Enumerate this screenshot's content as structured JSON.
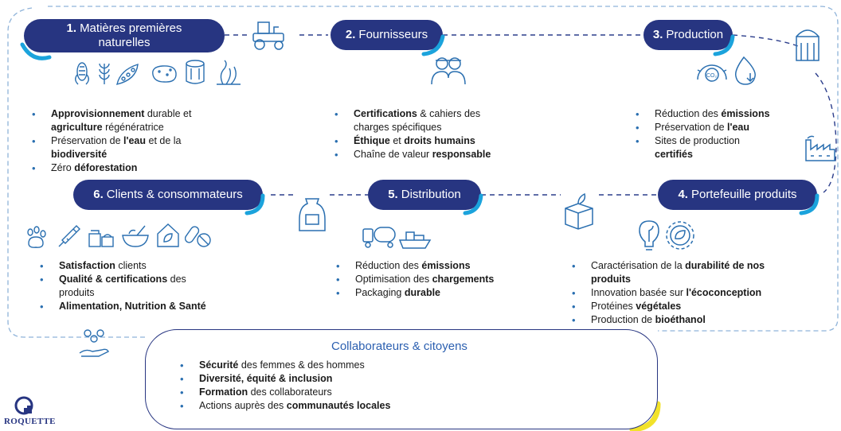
{
  "colors": {
    "navy": "#273581",
    "accent": "#1ba3dc",
    "yellow": "#f2e22a",
    "bullet": "#2a6fb0",
    "icon": "#2a6fb0"
  },
  "stages": [
    {
      "num": "1.",
      "label_line1": "Matières premières",
      "label_line2": "naturelles"
    },
    {
      "num": "2.",
      "label": "Fournisseurs"
    },
    {
      "num": "3.",
      "label": "Production"
    },
    {
      "num": "4.",
      "label": "Portefeuille produits"
    },
    {
      "num": "5.",
      "label": "Distribution"
    },
    {
      "num": "6.",
      "label": "Clients & consommateurs"
    }
  ],
  "lists": {
    "raw": [
      [
        {
          "t": "Approvisionnement",
          "b": true
        },
        {
          "t": " durable et",
          "b": false
        }
      ],
      [
        {
          "t": "agriculture",
          "b": true
        },
        {
          "t": " régénératrice",
          "b": false
        }
      ],
      [
        {
          "t": "Préservation de ",
          "b": false
        },
        {
          "t": "l'eau",
          "b": true
        },
        {
          "t": " et de la",
          "b": false
        }
      ],
      [
        {
          "t": "biodiversité",
          "b": true
        }
      ],
      [
        {
          "t": "Zéro ",
          "b": false
        },
        {
          "t": "déforestation",
          "b": true
        }
      ]
    ],
    "suppliers": [
      [
        {
          "t": "Certifications",
          "b": true
        },
        {
          "t": " & cahiers des",
          "b": false
        }
      ],
      [
        {
          "t": "charges spécifiques",
          "b": false
        }
      ],
      [
        {
          "t": "Éthique",
          "b": true
        },
        {
          "t": " et ",
          "b": false
        },
        {
          "t": "droits humains",
          "b": true
        }
      ],
      [
        {
          "t": "Chaîne de valeur ",
          "b": false
        },
        {
          "t": "responsable",
          "b": true
        }
      ]
    ],
    "production": [
      [
        {
          "t": "Réduction des ",
          "b": false
        },
        {
          "t": "émissions",
          "b": true
        }
      ],
      [
        {
          "t": "Préservation de ",
          "b": false
        },
        {
          "t": "l'eau",
          "b": true
        }
      ],
      [
        {
          "t": "Sites de production",
          "b": false
        }
      ],
      [
        {
          "t": "certifiés",
          "b": true
        }
      ]
    ],
    "clients": [
      [
        {
          "t": "Satisfaction",
          "b": true
        },
        {
          "t": " clients",
          "b": false
        }
      ],
      [
        {
          "t": "Qualité & certifications",
          "b": true
        },
        {
          "t": " des",
          "b": false
        }
      ],
      [
        {
          "t": "produits",
          "b": false
        }
      ],
      [
        {
          "t": "Alimentation, Nutrition & Santé",
          "b": true
        }
      ]
    ],
    "distribution": [
      [
        {
          "t": "Réduction des ",
          "b": false
        },
        {
          "t": "émissions",
          "b": true
        }
      ],
      [
        {
          "t": "Optimisation des ",
          "b": false
        },
        {
          "t": "chargements",
          "b": true
        }
      ],
      [
        {
          "t": "Packaging ",
          "b": false
        },
        {
          "t": "durable",
          "b": true
        }
      ]
    ],
    "portfolio": [
      [
        {
          "t": "Caractérisation de la ",
          "b": false
        },
        {
          "t": "durabilité de nos",
          "b": true
        }
      ],
      [
        {
          "t": "produits",
          "b": true
        }
      ],
      [
        {
          "t": "Innovation basée sur ",
          "b": false
        },
        {
          "t": "l'écoconception",
          "b": true
        }
      ],
      [
        {
          "t": "Protéines ",
          "b": false
        },
        {
          "t": "végétales",
          "b": true
        }
      ],
      [
        {
          "t": "Production de ",
          "b": false
        },
        {
          "t": "bioéthanol",
          "b": true
        }
      ]
    ],
    "collab": [
      [
        {
          "t": "Sécurité",
          "b": true
        },
        {
          "t": " des femmes & des hommes",
          "b": false
        }
      ],
      [
        {
          "t": "Diversité, équité & inclusion",
          "b": true
        }
      ],
      [
        {
          "t": "Formation",
          "b": true
        },
        {
          "t": " des collaborateurs",
          "b": false
        }
      ],
      [
        {
          "t": "Actions auprès des ",
          "b": false
        },
        {
          "t": "communautés locales",
          "b": true
        }
      ]
    ]
  },
  "collab_title": "Collaborateurs & citoyens",
  "logo": {
    "text": "ROQUETTE"
  },
  "icons": [
    "corn-icon",
    "wheat-icon",
    "pea-pod-icon",
    "potato-icon",
    "wood-log-icon",
    "seaweed-icon",
    "tractor-icon",
    "farmers-icon",
    "co2-gauge-icon",
    "water-drop-icon",
    "silo-icon",
    "factory-icon",
    "product-box-icon",
    "lightbulb-leaf-icon",
    "gear-leaf-icon",
    "sack-icon",
    "trucks-ship-icon",
    "paw-icon",
    "syringe-icon",
    "tablets-icon",
    "bowl-icon",
    "house-leaf-icon",
    "capsules-icon",
    "community-hand-icon",
    "training-icon",
    "roquette-logo-icon"
  ]
}
